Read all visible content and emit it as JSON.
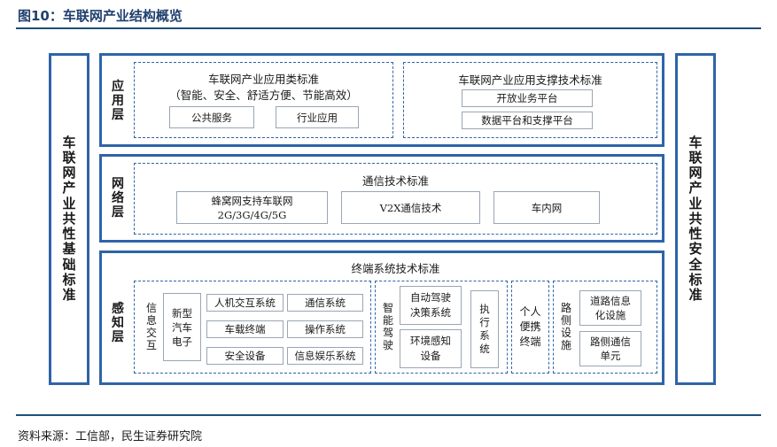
{
  "figure": {
    "title": "图10：车联网产业结构概览",
    "source": "资料来源：工信部，民生证券研究院"
  },
  "left_sidebar": {
    "label": "车联网产业共性基础标准"
  },
  "right_sidebar": {
    "label": "车联网产业共性安全标准"
  },
  "application_layer": {
    "label": "应用层",
    "app_standards": {
      "title": "车联网产业应用类标准",
      "subtitle": "（智能、安全、舒适方便、节能高效）",
      "items": [
        "公共服务",
        "行业应用"
      ]
    },
    "support_standards": {
      "title": "车联网产业应用支撑技术标准",
      "items": [
        "开放业务平台",
        "数据平台和支撑平台"
      ]
    }
  },
  "network_layer": {
    "label": "网络层",
    "group_title": "通信技术标准",
    "items": [
      {
        "line1": "蜂窝网支持车联网",
        "line2": "2G/3G/4G/5G"
      },
      {
        "line1": "V2X通信技术"
      },
      {
        "line1": "车内网"
      }
    ]
  },
  "perception_layer": {
    "label": "感知层",
    "group_title": "终端系统技术标准",
    "info_interaction": {
      "label": "信息交互",
      "vehicle": "新型汽车电子",
      "items": [
        "人机交互系统",
        "通信系统",
        "车载终端",
        "操作系统",
        "安全设备",
        "信息娱乐系统"
      ]
    },
    "smart_driving": {
      "label": "智能驾驶",
      "items": [
        "自动驾驶决策系统",
        "环境感知设备"
      ],
      "actuator": "执行系统"
    },
    "portable": {
      "label": "个人便携终端"
    },
    "roadside": {
      "label": "路侧设施",
      "items": [
        "道路信息化设施",
        "路侧通信单元"
      ]
    }
  }
}
